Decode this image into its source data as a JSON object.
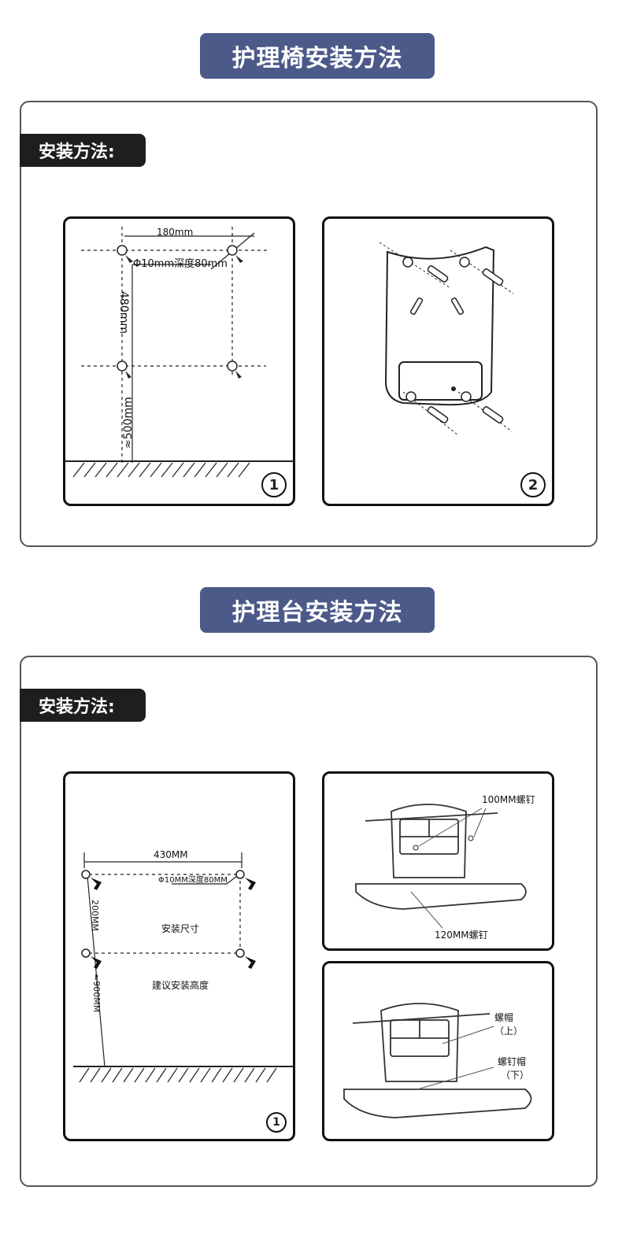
{
  "section1": {
    "title": "护理椅安装方法",
    "tag": "安装方法:",
    "panel1": {
      "width_label": "180mm",
      "hole_label": "Φ10mm深度80mm",
      "height_label": "480mm",
      "floor_label": "≈500mm",
      "step": "1"
    },
    "panel2": {
      "step": "2"
    }
  },
  "section2": {
    "title": "护理台安装方法",
    "tag": "安装方法:",
    "panel1": {
      "width_label": "430MM",
      "hole_label": "Φ10MM深度80MM",
      "height_label": "200MM",
      "center_label": "安装尺寸",
      "floor_label": "≈900MM",
      "suggest_label": "建议安装高度",
      "step": "1"
    },
    "panel2": {
      "screw_top_label": "100MM螺钉",
      "screw_bottom_label": "120MM螺钉"
    },
    "panel3": {
      "cap_top_label": "螺帽",
      "cap_top_sub": "（上）",
      "cap_bottom_label": "螺钉帽",
      "cap_bottom_sub": "（下）"
    }
  }
}
